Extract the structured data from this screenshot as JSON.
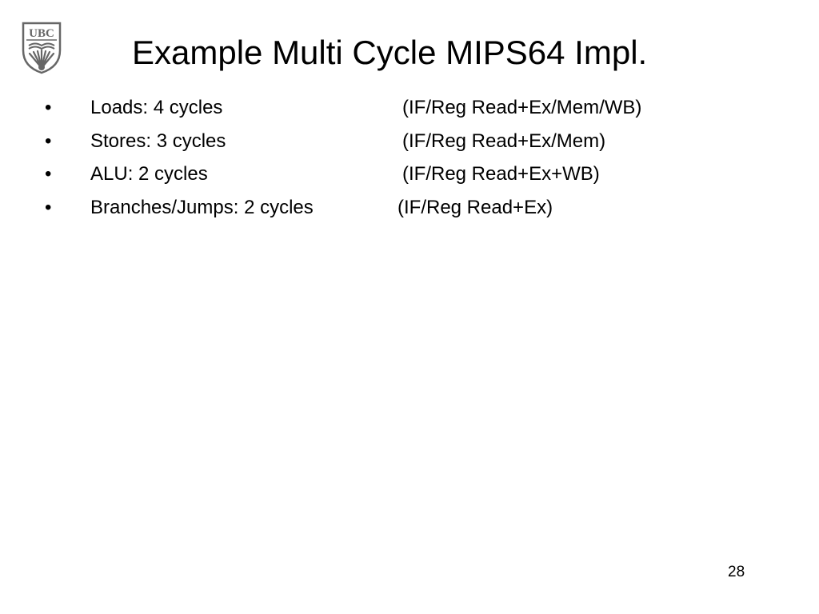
{
  "logo": {
    "text": "UBC",
    "icon": "ubc-crest-icon"
  },
  "slide": {
    "title": "Example Multi Cycle MIPS64 Impl.",
    "bullet_char": "•",
    "bullets": [
      {
        "label": "Loads: 4 cycles",
        "detail": "(IF/Reg Read+Ex/Mem/WB)"
      },
      {
        "label": "Stores: 3 cycles",
        "detail": "(IF/Reg Read+Ex/Mem)"
      },
      {
        "label": "ALU: 2 cycles",
        "detail": "(IF/Reg Read+Ex+WB)"
      },
      {
        "label": "Branches/Jumps: 2 cycles",
        "detail": "(IF/Reg Read+Ex)"
      }
    ],
    "page_number": "28"
  },
  "colors": {
    "text": "#000000",
    "logo": "#666666",
    "background": "#ffffff"
  }
}
